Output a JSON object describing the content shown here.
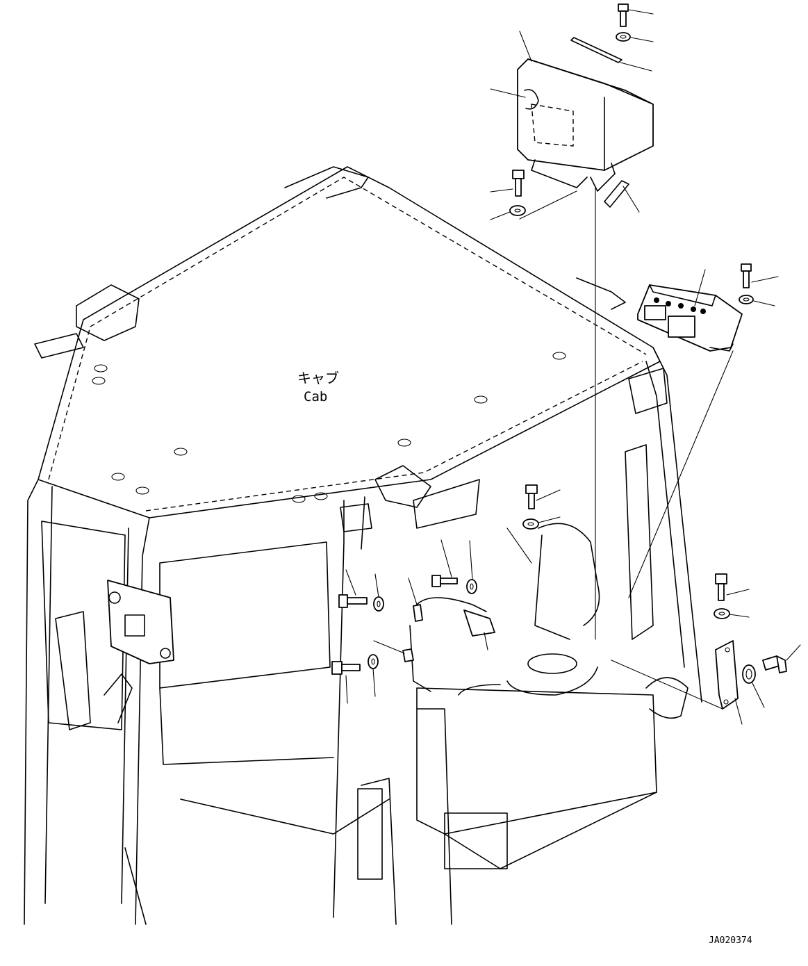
{
  "diagram": {
    "cab_label_jp": "キャブ",
    "cab_label_en": "Cab",
    "reference_code": "JA020374"
  },
  "icons": {
    "bolt": "hex-bolt-icon",
    "washer": "washer-icon",
    "cover": "monitor-cover-icon",
    "controller": "controller-unit-icon",
    "bracket": "bracket-icon"
  }
}
